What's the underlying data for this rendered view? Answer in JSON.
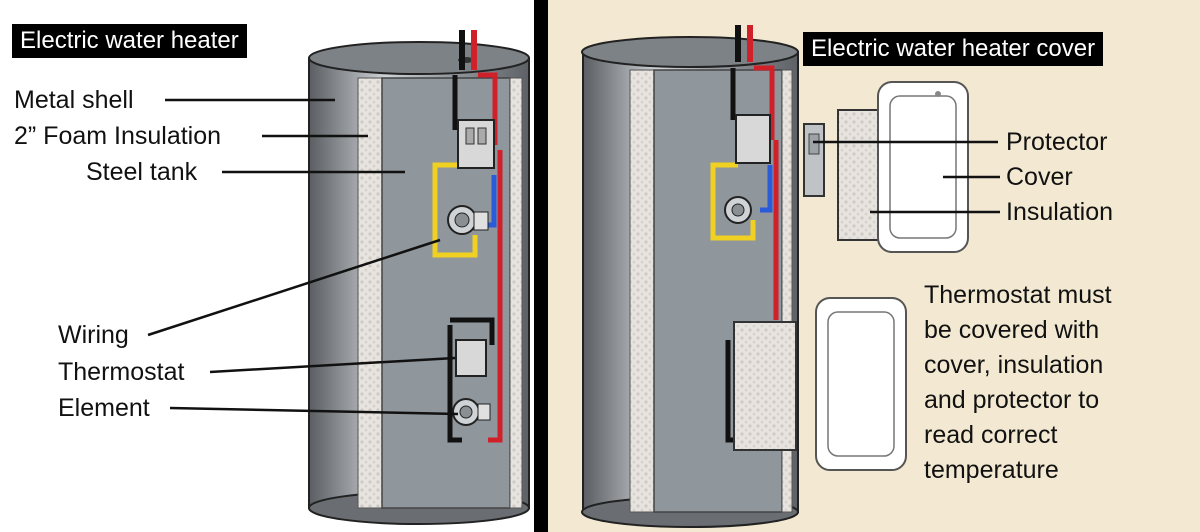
{
  "left_panel": {
    "title": "Electric water heater",
    "labels": {
      "metal_shell": "Metal shell",
      "foam_insulation": "2” Foam Insulation",
      "steel_tank": "Steel tank",
      "wiring": "Wiring",
      "thermostat": "Thermostat",
      "element": "Element"
    }
  },
  "right_panel": {
    "title": "Electric water heater cover",
    "labels": {
      "protector": "Protector",
      "cover": "Cover",
      "insulation": "Insulation"
    },
    "note_lines": [
      "Thermostat must",
      "be covered with",
      "cover, insulation",
      "and protector to",
      "read correct",
      "temperature"
    ]
  },
  "colors": {
    "wire_red": "#d0202a",
    "wire_yellow": "#f0d020",
    "wire_blue": "#2a5bd8",
    "wire_black": "#111111",
    "tank_gray": "#8f969c",
    "right_background": "#f3e9d2"
  }
}
